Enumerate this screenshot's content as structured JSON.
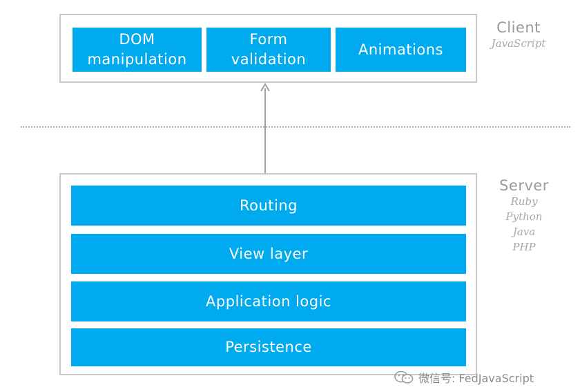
{
  "client": {
    "blocks": [
      {
        "label": "DOM\nmanipulation"
      },
      {
        "label": "Form\nvalidation"
      },
      {
        "label": "Animations"
      }
    ],
    "tier": "Client",
    "languages": [
      "JavaScript"
    ]
  },
  "server": {
    "blocks": [
      {
        "label": "Routing"
      },
      {
        "label": "View layer"
      },
      {
        "label": "Application logic"
      },
      {
        "label": "Persistence"
      }
    ],
    "tier": "Server",
    "languages": [
      "Ruby",
      "Python",
      "Java",
      "PHP"
    ]
  },
  "watermark": {
    "text": "微信号: FedJavaScript",
    "icon": "wechat-icon"
  },
  "colors": {
    "block": "#00aaee",
    "block_text": "#ffffff",
    "frame": "#c9c9c9",
    "label": "#9a9a9a"
  }
}
